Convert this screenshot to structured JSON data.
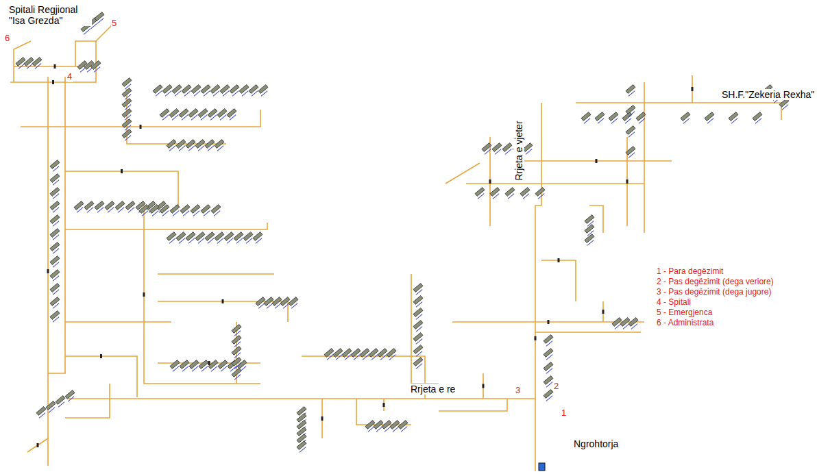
{
  "diagram": {
    "labels": [
      "Spitali Regjional \"Isa Grezda\"",
      "5",
      "6",
      "4",
      "SH.F.\"Zekeria Rexha\"",
      "Rrjeta e vjeter",
      "1 - Para degëzimit",
      "2 - Pas degëzimit (dega veriore)",
      "3 - Pas degëzimit (dega jugore)",
      "4 - Spitali",
      "5 - Emergjenca",
      "6 - Administrata",
      "Rrjeta e re",
      "3",
      "2",
      "1",
      "Ngrohtorja"
    ]
  }
}
